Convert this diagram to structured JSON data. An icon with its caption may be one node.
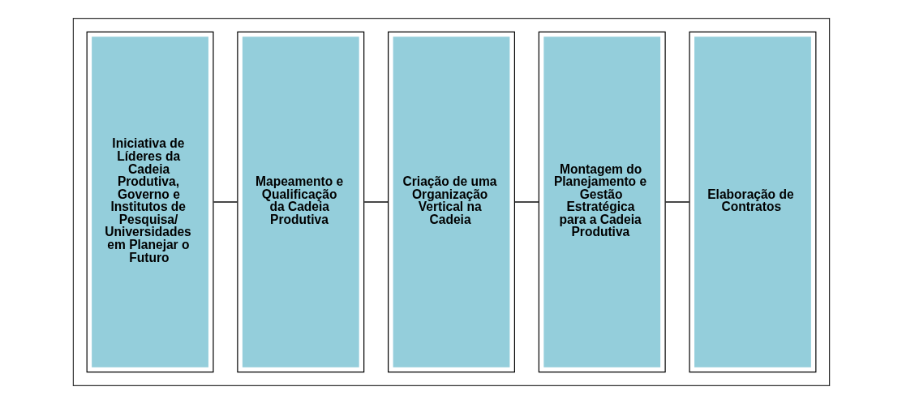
{
  "diagram": {
    "nodes": [
      {
        "text": [],
        "shape": "box"
      },
      {
        "text": [
          "Iniciativa de Líderes da Cadeia Produtiva, Governo e Institutos de Pesquisa/ Universidades em Planejar o Futuro"
        ],
        "in": 0
      },
      {
        "text": [
          "Mapeamento e Qualificação da Cadeia Produtiva"
        ],
        "in": 0
      },
      {
        "text": [
          "Criação de uma Organização Vertical na Cadeia"
        ],
        "in": 0
      },
      {
        "text": [
          "Montagem do Planejamento e Gestão Estratégica para a Cadeia Produtiva"
        ],
        "in": 0
      },
      {
        "text": [
          "Elaboração de Contratos"
        ],
        "in": 0
      }
    ],
    "edges": [
      {
        "from": 1,
        "to": 2,
        "arrow": "none"
      },
      {
        "from": 2,
        "to": 3,
        "arrow": "none"
      },
      {
        "from": 3,
        "to": 4,
        "arrow": "none"
      },
      {
        "from": 4,
        "to": 5,
        "arrow": "none"
      }
    ]
  }
}
